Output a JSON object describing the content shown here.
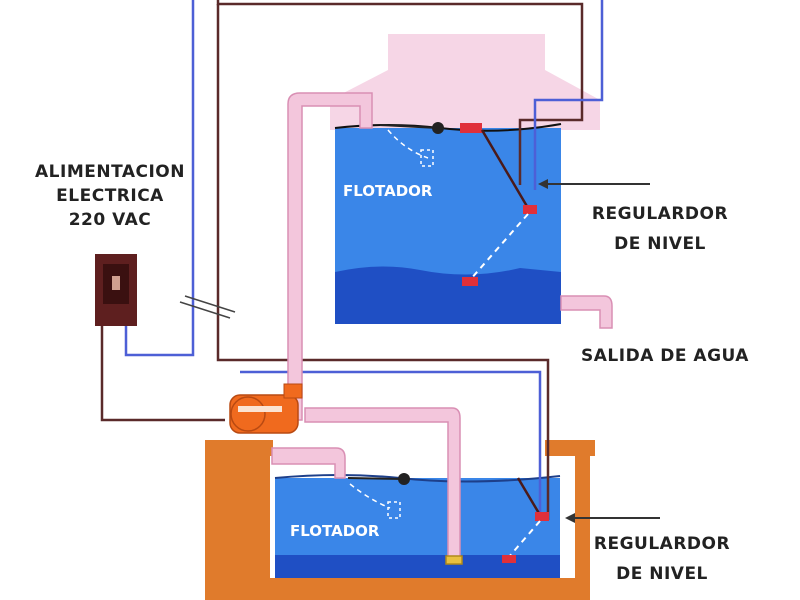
{
  "labels": {
    "power_line1": "ALIMENTACION",
    "power_line2": "ELECTRICA",
    "power_line3": "220 VAC",
    "upper_float": "FLOTADOR",
    "upper_regulator_line1": "REGULARDOR",
    "upper_regulator_line2": "DE NIVEL",
    "water_outlet": "SALIDA DE AGUA",
    "lower_float": "FLOTADOR",
    "lower_regulator_line1": "REGULARDOR",
    "lower_regulator_line2": "DE NIVEL"
  },
  "colors": {
    "water_upper": "#3a86e8",
    "water_deep": "#1f4fc4",
    "pipe": "#f3c6dc",
    "pipe_edge": "#d98fb4",
    "ground": "#e07b2c",
    "pump": "#f06a1e",
    "wire_blue": "#4d5fd6",
    "wire_dark": "#5a2a2a",
    "switch_box": "#5e1f1f",
    "float_red": "#e0303a",
    "pink_roof": "#f6d6e6"
  }
}
